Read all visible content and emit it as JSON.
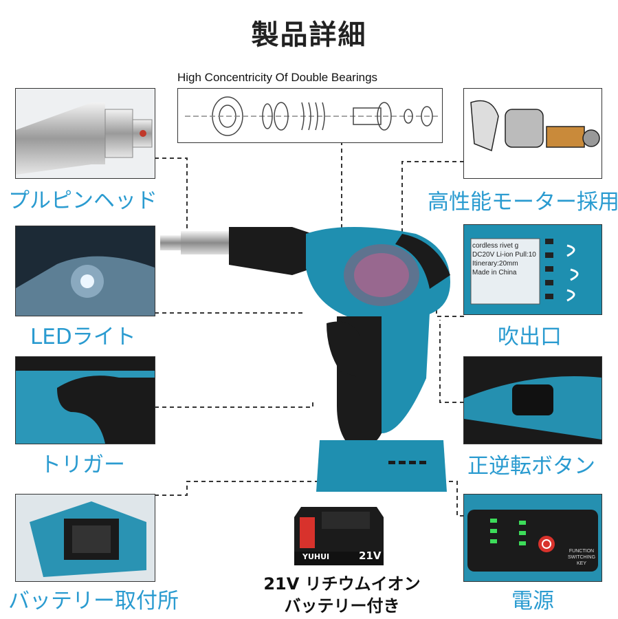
{
  "page": {
    "title": "製品詳細"
  },
  "diagram": {
    "caption": "High Concentricity Of Double Bearings"
  },
  "features_left": [
    {
      "label": "プルピンヘッド"
    },
    {
      "label": "LEDライト"
    },
    {
      "label": "トリガー"
    },
    {
      "label": "バッテリー取付所"
    }
  ],
  "features_right": [
    {
      "label": "高性能モーター採用"
    },
    {
      "label": "吹出口"
    },
    {
      "label": "正逆転ボタン"
    },
    {
      "label": "電源"
    }
  ],
  "nameplate": {
    "line1": "cordless rivet g",
    "line2": "DC20V  Li-ion  Pull:10",
    "line3": "Itinerary:20mm",
    "line4": "Made in China"
  },
  "power_panel": {
    "label": "FUNCTION SWITCHING KEY"
  },
  "battery": {
    "brand": "YUHUI",
    "voltage_mark": "21V",
    "caption_line1": "21V リチウムイオン",
    "caption_line2": "バッテリー付き"
  },
  "colors": {
    "label_blue": "#2a9bd0",
    "tool_teal": "#1f8fb0",
    "tool_black": "#1b1b1b"
  }
}
